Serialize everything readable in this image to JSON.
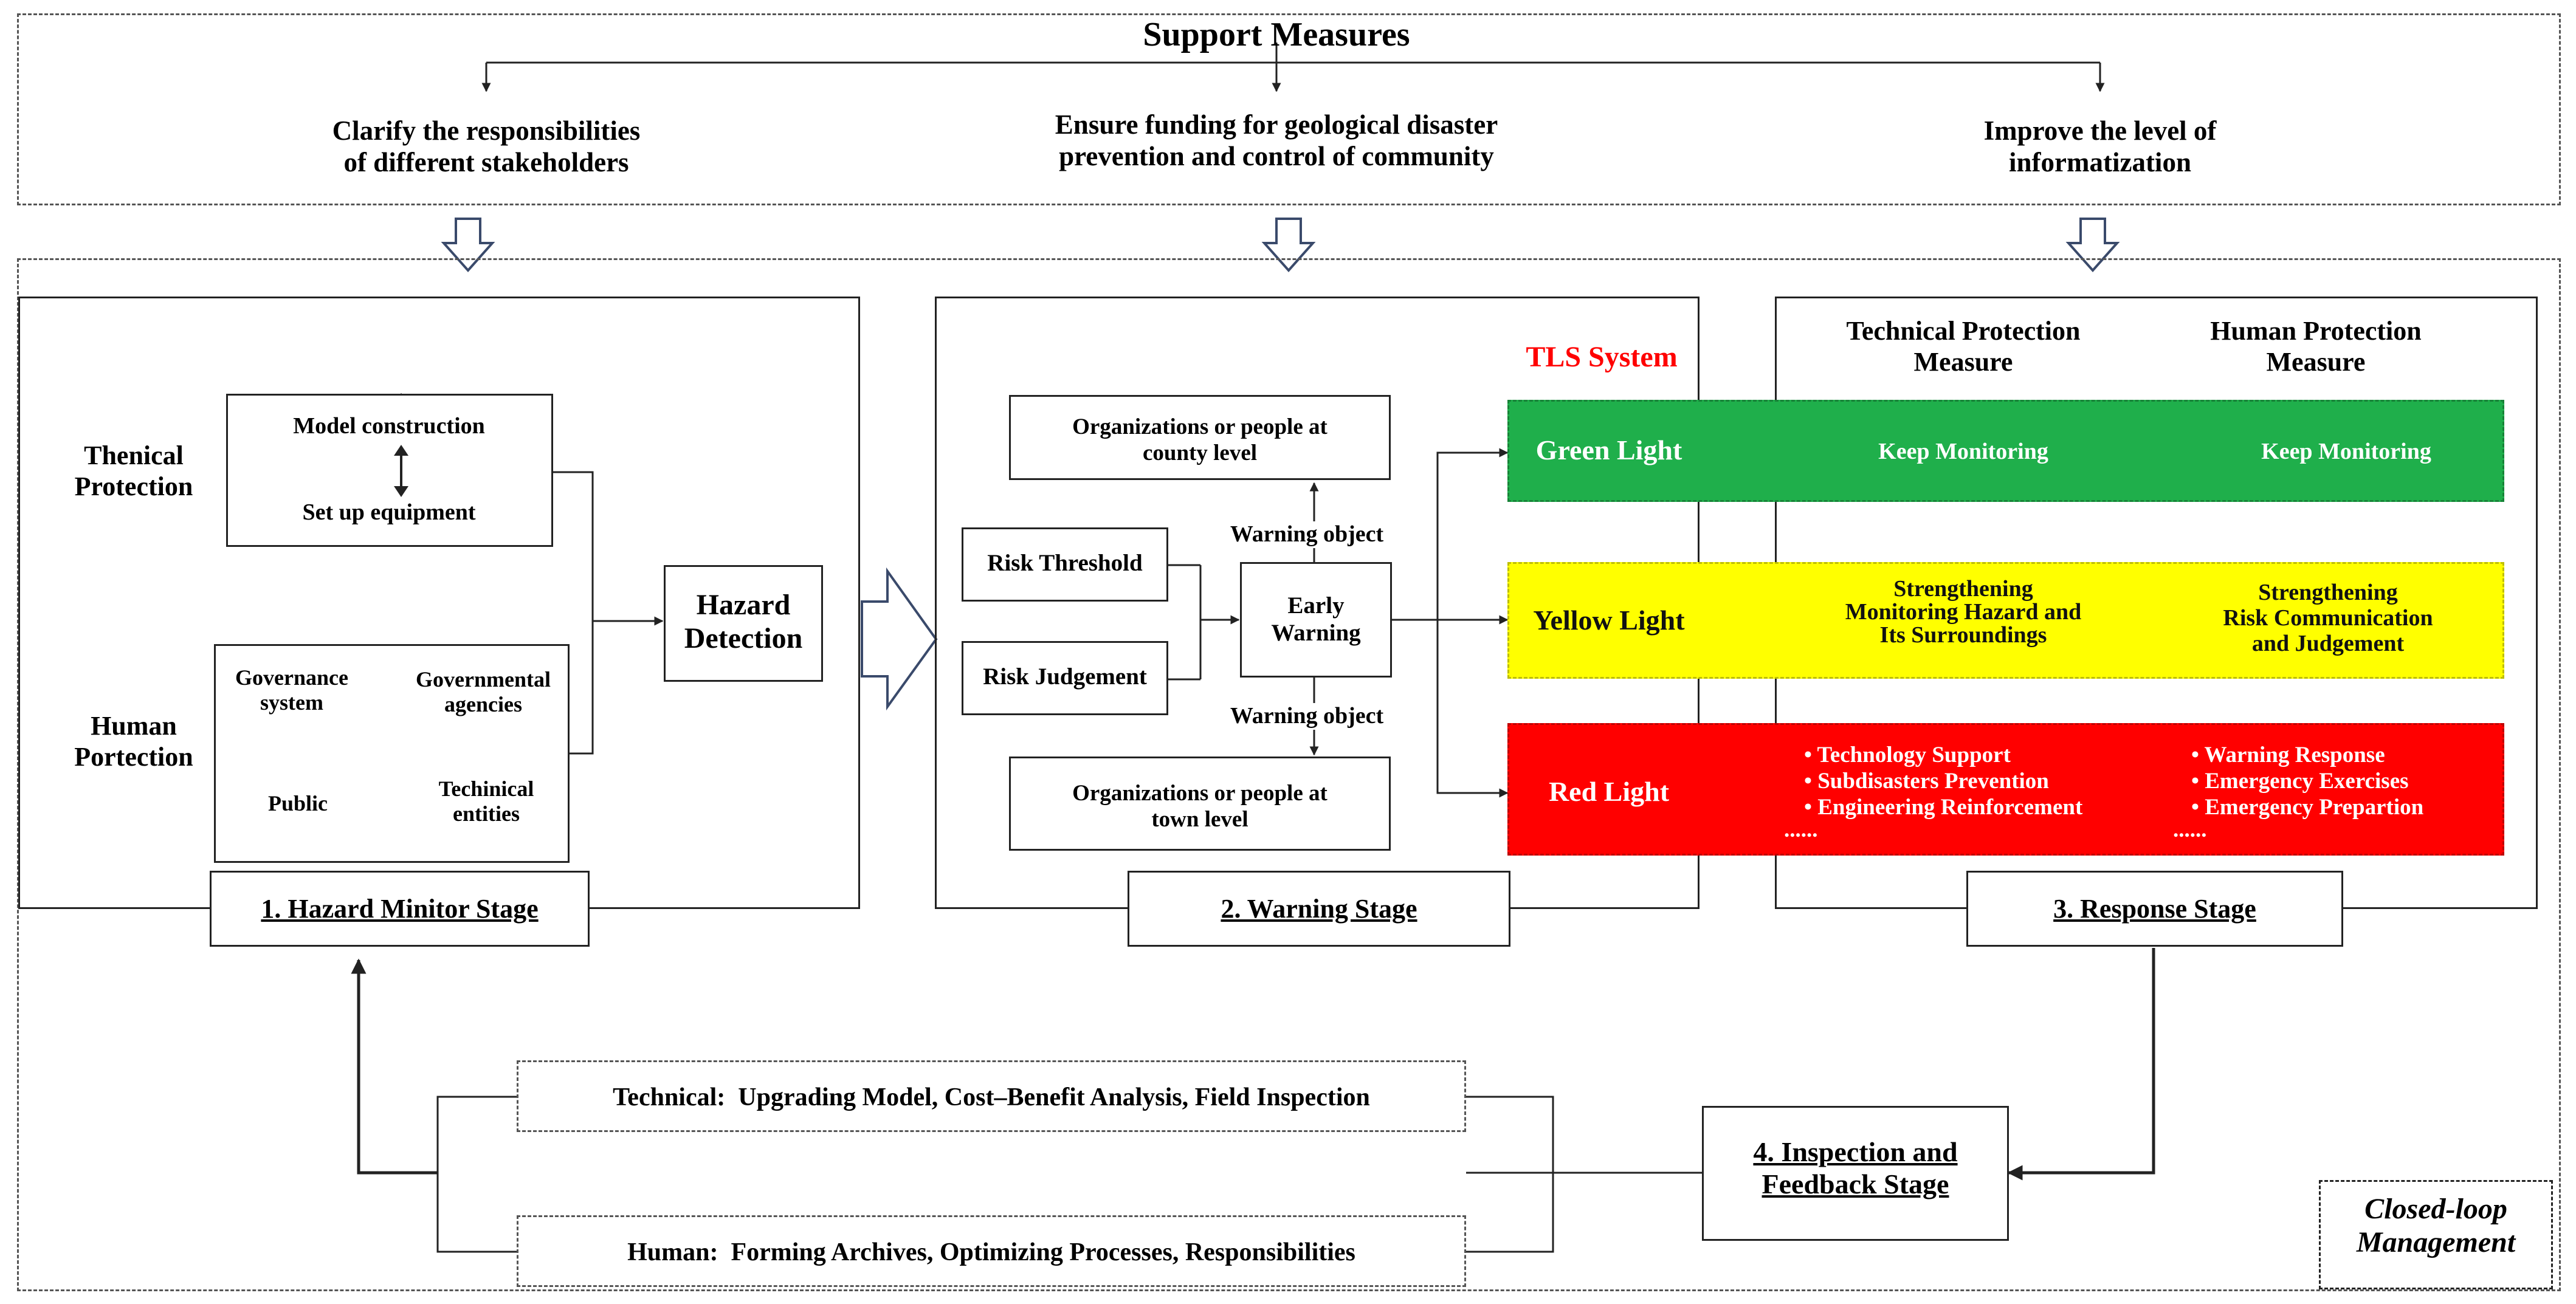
{
  "support": {
    "title": "Support Measures",
    "items": [
      "Clarify the responsibilities\nof different stakeholders",
      "Ensure funding for geological disaster\nprevention and control of community",
      "Improve the level of\ninformatization"
    ]
  },
  "stage1": {
    "label": "1. Hazard Minitor Stage",
    "thenical": "Thenical\nProtection",
    "model": "Model construction",
    "equipment": "Set up equipment",
    "human": "Human\nPortection",
    "governance": "Governance\nsystem",
    "agencies": "Governmental\nagencies",
    "public": "Public",
    "entities": "Techinical\nentities",
    "detection": "Hazard\nDetection"
  },
  "stage2": {
    "label": "2. Warning Stage",
    "county": "Organizations or people at\ncounty level",
    "town": "Organizations or people at\ntown level",
    "threshold": "Risk Threshold",
    "judgement": "Risk Judgement",
    "early": "Early\nWarning",
    "warning_object_top": "Warning object",
    "warning_object_bottom": "Warning object"
  },
  "tls": {
    "title": "TLS System",
    "green": "Green Light",
    "yellow": "Yellow Light",
    "red": "Red Light"
  },
  "stage3": {
    "label": "3. Response Stage",
    "tech_header": "Technical Protection\nMeasure",
    "human_header": "Human Protection\nMeasure",
    "green_tech": "Keep Monitoring",
    "green_human": "Keep Monitoring",
    "yellow_tech": "Strengthening\nMonitoring  Hazard and\nIts Surroundings",
    "yellow_human": "Strengthening\nRisk Communication\nand Judgement",
    "red_tech": [
      "Technology Support",
      "Subdisasters Prevention",
      "Engineering Reinforcement"
    ],
    "red_human": [
      "Warning Response",
      "Emergency Exercises",
      "Emergency Prepartion"
    ],
    "ellipsis": "......"
  },
  "stage4": {
    "label": "4. Inspection and\nFeedback Stage",
    "technical": "Technical:  Upgrading Model, Cost–Benefit Analysis, Field Inspection",
    "human": "Human:  Forming Archives, Optimizing Processes, Responsibilities"
  },
  "closed_loop": "Closed-loop\nManagement",
  "colors": {
    "green": "#1faf4b",
    "yellow": "#ffff00",
    "red": "#ff0000",
    "tls_title": "#ff0000",
    "line": "#222222"
  }
}
